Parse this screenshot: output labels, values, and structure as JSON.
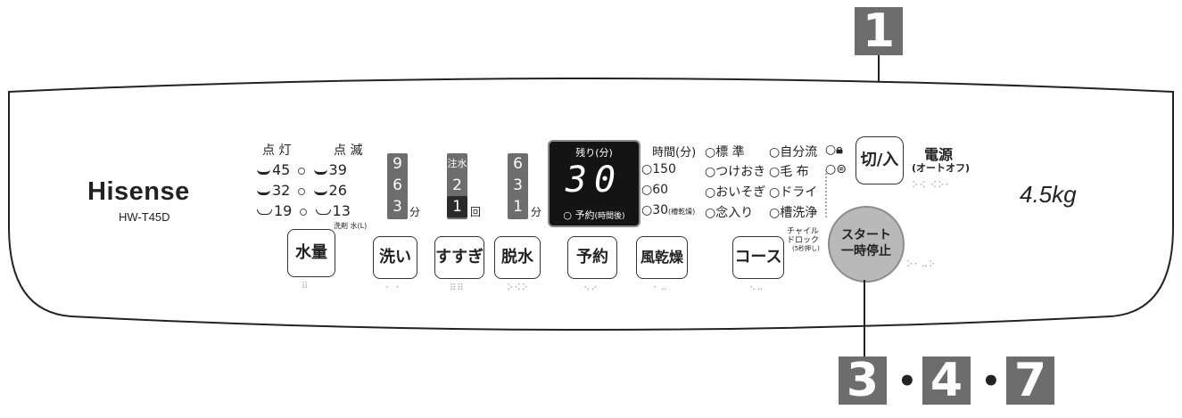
{
  "callouts": {
    "top": "1",
    "bottom": [
      "3",
      "4",
      "7"
    ],
    "separator": "•"
  },
  "brand": {
    "name": "Hisense",
    "model": "HW-T45D"
  },
  "capacity": "4.5kg",
  "water_level": {
    "header_on": "点 灯",
    "header_blink": "点 滅",
    "on_values": [
      "45",
      "32",
      "19"
    ],
    "blink_values": [
      "39",
      "26",
      "13"
    ],
    "sub_label": "洗剤 水(L)"
  },
  "wash_col": {
    "values": [
      "9",
      "6",
      "3"
    ],
    "unit": "分"
  },
  "rinse_col": {
    "values": [
      "注水",
      "2",
      "1"
    ],
    "unit": "回"
  },
  "spin_col": {
    "values": [
      "6",
      "3",
      "1"
    ],
    "unit": "分"
  },
  "display": {
    "top_label": "残り(分)",
    "digits": "30",
    "reserve_label": "予約",
    "reserve_sub": "(時間後)"
  },
  "dry_time": {
    "header": "時間(分)",
    "values": [
      "150",
      "60",
      "30"
    ],
    "note": "(槽乾燥)"
  },
  "courses_a": [
    "標 準",
    "つけおき",
    "おいそぎ",
    "念入り"
  ],
  "courses_b": [
    "自分流",
    "毛 布",
    "ドライ",
    "槽洗浄"
  ],
  "child_lock": {
    "label1": "チャイル",
    "label2": "ドロック",
    "note": "(5秒押し)"
  },
  "icons": [
    "lock-icon",
    "rotate-lock-icon"
  ],
  "buttons": {
    "water": "水量",
    "wash": "洗い",
    "rinse": "すすぎ",
    "spin": "脱水",
    "reserve": "予約",
    "dry": "風乾燥",
    "course": "コース",
    "power": "切/入",
    "start": [
      "スタート",
      "一時停止"
    ]
  },
  "power_label": {
    "title": "電源",
    "sub": "(オートオフ)"
  },
  "colors": {
    "badge": "#6d6d6d",
    "start_button": "#b9b9b9",
    "display": "#141414"
  }
}
